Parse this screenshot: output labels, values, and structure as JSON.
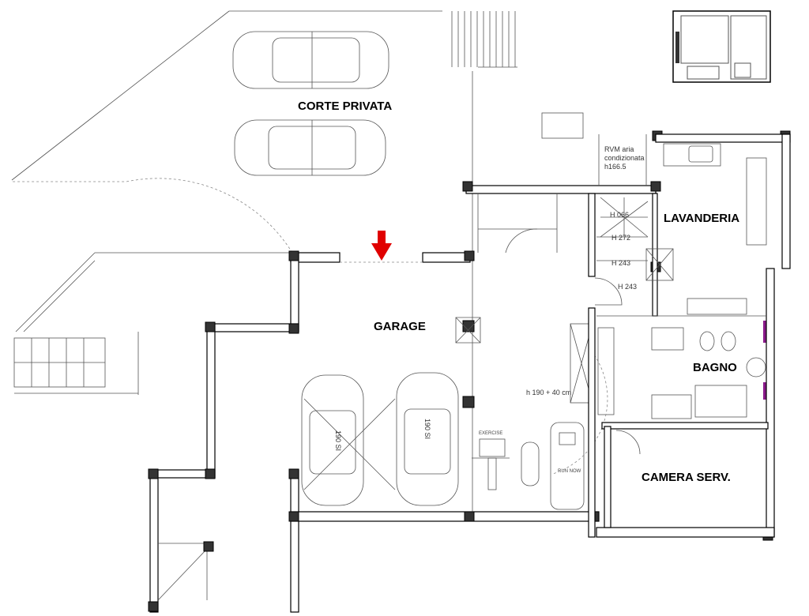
{
  "rooms": {
    "corte": "CORTE PRIVATA",
    "garage": "GARAGE",
    "lavanderia": "LAVANDERIA",
    "bagno": "BAGNO",
    "camera": "CAMERA SERV."
  },
  "annotations": {
    "rvm_line1": "RVM aria",
    "rvm_line2": "condizionata",
    "rvm_line3": "h166.5",
    "h272": "H 272",
    "h243a": "H 243",
    "h243b": "H 243",
    "h066": "H 066",
    "height_note": "h 190 + 40 cm",
    "car1": "190 SI",
    "car2": "190 SI",
    "equipment1": "EXERCISE",
    "equipment2": "RUN NOW"
  },
  "colors": {
    "entrance_arrow": "#e00000",
    "accent_column": "#8a1a8a"
  }
}
